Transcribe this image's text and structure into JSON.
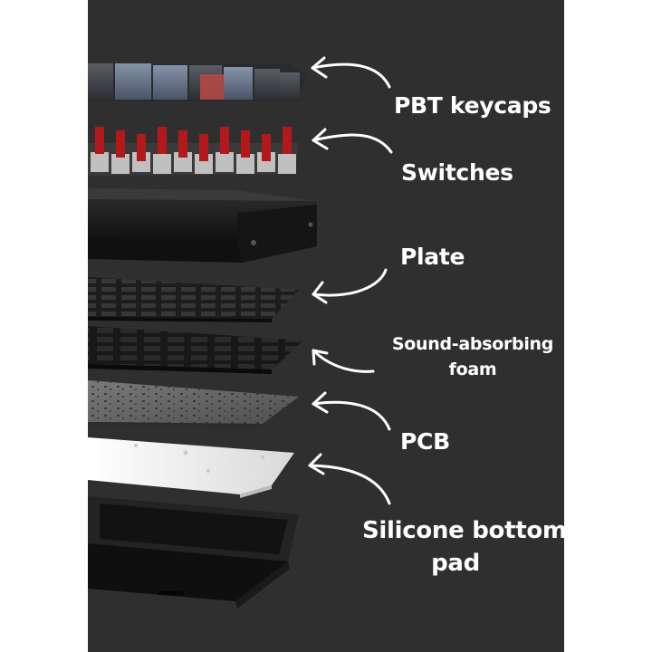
{
  "labels": {
    "keycaps": "PBT keycaps",
    "switches": "Switches",
    "plate": "Plate",
    "foam_line1": "Sound-absorbing",
    "foam_line2": "foam",
    "pcb": "PCB",
    "pad_line1": "Silicone bottom",
    "pad_line2": "pad"
  },
  "colors": {
    "panel_background": "#2f2f2f",
    "label_text": "#ffffff",
    "keycap_dark": "#3d3f45",
    "keycap_blue": "#5e6a80",
    "keycap_accent": "#b94a44",
    "switch_stem": "#b3191c",
    "switch_housing": "#d8d8d8",
    "frame_black": "#1a1a1a",
    "plate_black": "#151515",
    "pcb_gray": "#6c6c6c",
    "pad_white": "#f2f2f2"
  },
  "icons": {
    "arrow": "curved-arrow-left-icon"
  }
}
